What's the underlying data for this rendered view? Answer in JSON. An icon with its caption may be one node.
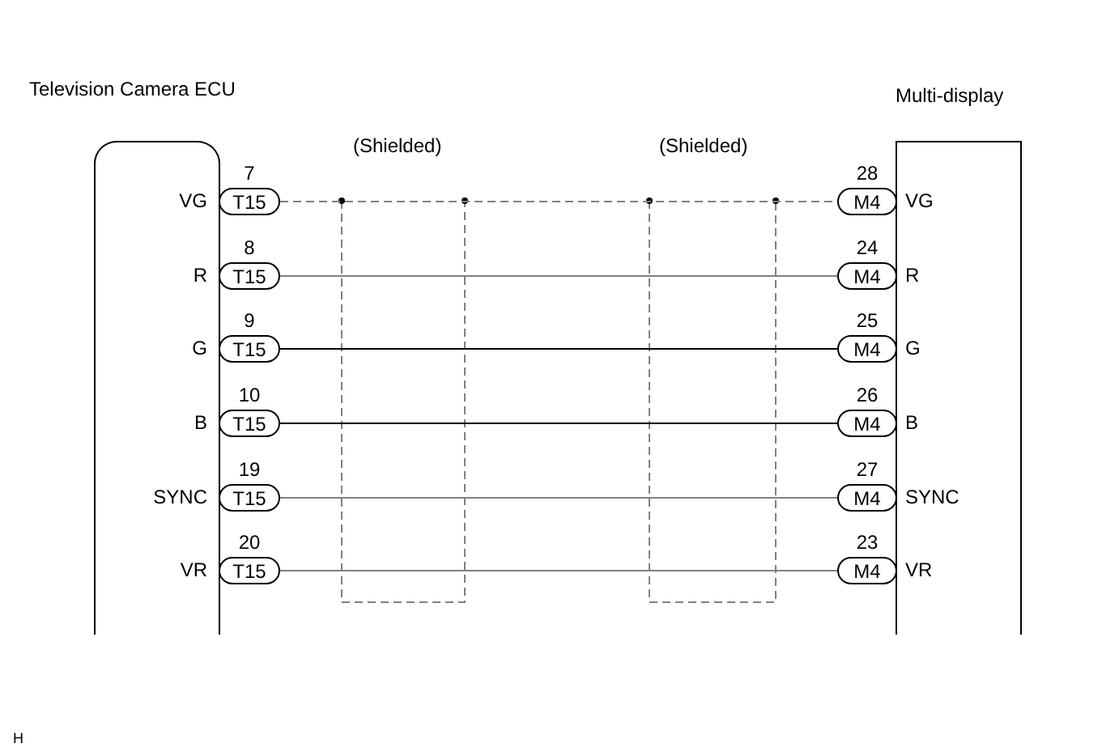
{
  "diagram": {
    "nodes": [
      {
        "text": [
          "Television Camera ECU",
          "VG",
          "R",
          "G",
          "B",
          "SYNC",
          "VR"
        ]
      },
      {
        "text": [
          "T15"
        ],
        "beside": [
          "7"
        ]
      },
      {
        "text": [
          "T15"
        ],
        "beside": [
          "8"
        ]
      },
      {
        "text": [
          "T15"
        ],
        "beside": [
          "9"
        ]
      },
      {
        "text": [
          "T15"
        ],
        "beside": [
          "10"
        ]
      },
      {
        "text": [
          "T15"
        ],
        "beside": [
          "19"
        ]
      },
      {
        "text": [
          "T15"
        ],
        "beside": [
          "20"
        ]
      },
      {
        "text": [
          "Multi-display"
        ]
      },
      {
        "text": [
          "M4"
        ],
        "beside": [
          "28",
          "VG"
        ]
      },
      {
        "text": [
          "M4"
        ],
        "beside": [
          "24",
          "R"
        ]
      },
      {
        "text": [
          "M4"
        ],
        "beside": [
          "25",
          "G"
        ]
      },
      {
        "text": [
          "M4"
        ],
        "beside": [
          "26",
          "B"
        ]
      },
      {
        "text": [
          "M4"
        ],
        "beside": [
          "27",
          "SYNC"
        ]
      },
      {
        "text": [
          "M4"
        ],
        "beside": [
          "23",
          "VR"
        ]
      }
    ],
    "edges": [
      {
        "from": 1,
        "to": 8,
        "arrow": "none",
        "style": "dashed"
      },
      {
        "from": 2,
        "to": 9,
        "arrow": "none"
      },
      {
        "from": 3,
        "to": 10,
        "arrow": "none",
        "color": "#000000"
      },
      {
        "from": 4,
        "to": 11,
        "arrow": "none",
        "color": "#000000"
      },
      {
        "from": 5,
        "to": 12,
        "arrow": "none"
      },
      {
        "from": 6,
        "to": 13,
        "arrow": "none"
      }
    ],
    "labels": [
      "(Shielded)",
      "(Shielded)",
      "H"
    ]
  }
}
